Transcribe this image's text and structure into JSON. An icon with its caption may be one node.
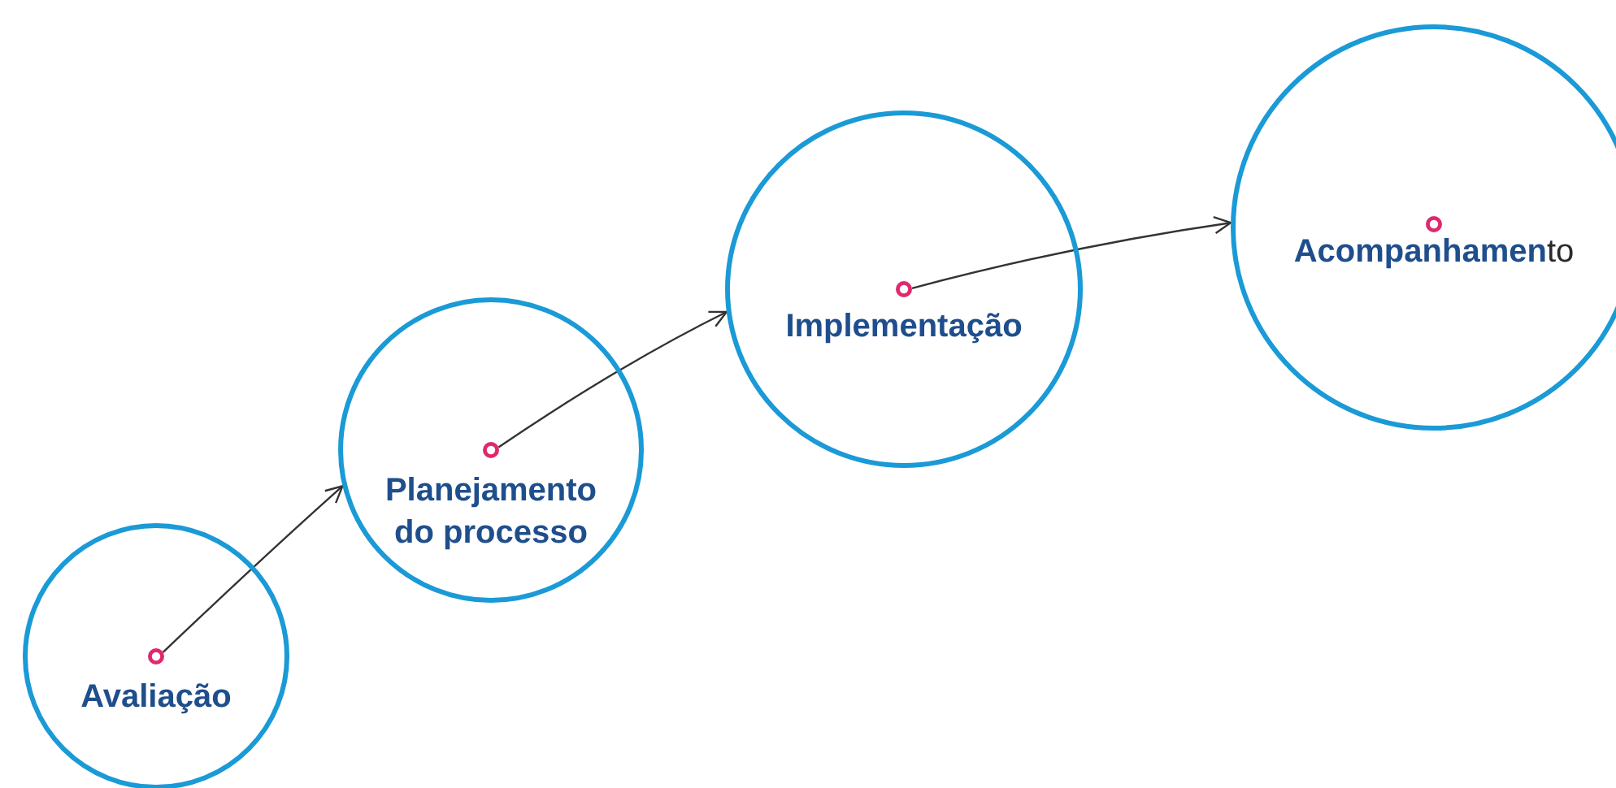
{
  "diagram": {
    "nodes": [
      {
        "text": [
          "Avaliação"
        ]
      },
      {
        "text": [],
        "shape": "circle",
        "in": 0
      },
      {
        "text": [
          "Planejamento do processo"
        ]
      },
      {
        "text": [],
        "shape": "circle",
        "in": 2
      },
      {
        "text": [
          "Implementação"
        ]
      },
      {
        "text": [],
        "shape": "circle",
        "in": 4
      },
      {
        "text": [
          "**Acompanhamen**to"
        ]
      },
      {
        "text": [],
        "shape": "circle",
        "in": 6
      }
    ],
    "edges": [
      {
        "from": 1,
        "to": 2,
        "arrow": "to"
      },
      {
        "from": 3,
        "to": 4,
        "arrow": "to"
      },
      {
        "from": 5,
        "to": 6,
        "arrow": "to"
      }
    ]
  }
}
